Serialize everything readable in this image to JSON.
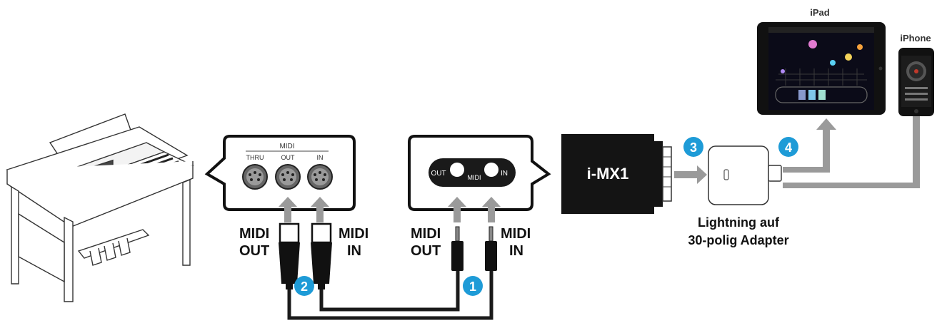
{
  "devices": {
    "ipad_label": "iPad",
    "iphone_label": "iPhone",
    "interface_label": "i-MX1",
    "adapter_label_line1": "Lightning auf",
    "adapter_label_line2": "30-polig Adapter"
  },
  "piano_panel": {
    "header": "MIDI",
    "ports": [
      "THRU",
      "OUT",
      "IN"
    ]
  },
  "imx1_panel": {
    "out": "OUT",
    "midi": "MIDI",
    "in": "IN"
  },
  "cable_labels": {
    "left_midi_1": "MIDI",
    "left_out": "OUT",
    "left_midi_2": "MIDI",
    "left_in": "IN",
    "right_midi_1": "MIDI",
    "right_out": "OUT",
    "right_midi_2": "MIDI",
    "right_in": "IN"
  },
  "steps": [
    "1",
    "2",
    "3",
    "4"
  ],
  "colors": {
    "step_badge": "#1e9bd7",
    "arrow": "#9a9a9a",
    "device_black": "#141414"
  }
}
